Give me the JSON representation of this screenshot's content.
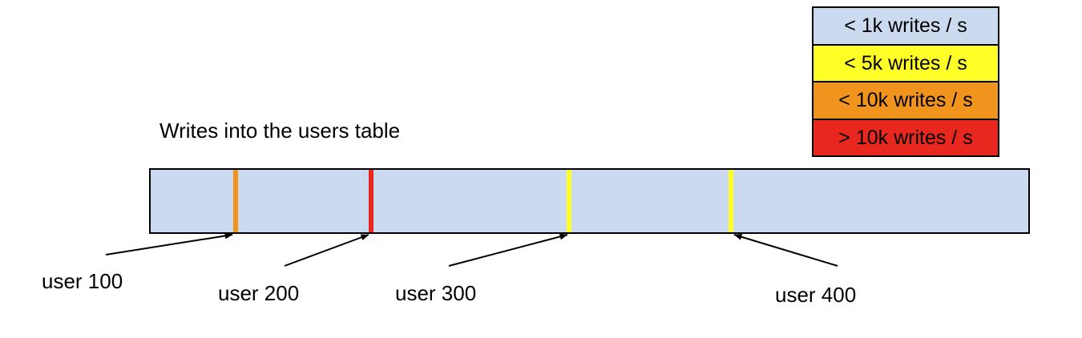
{
  "title": "Writes into the users table",
  "legend": {
    "items": [
      {
        "label": "< 1k writes / s",
        "color": "#ccdaef"
      },
      {
        "label": "< 5k writes / s",
        "color": "#ffff28"
      },
      {
        "label": "< 10k writes / s",
        "color": "#f0941e"
      },
      {
        "label": "> 10k writes / s",
        "color": "#e8281e"
      }
    ]
  },
  "bar": {
    "fill": "#ccdaef",
    "border": "#000000"
  },
  "markers": [
    {
      "label": "user 100",
      "rate_category": "< 10k writes / s",
      "color": "#f0941e",
      "x_frac": 0.0965
    },
    {
      "label": "user 200",
      "rate_category": "> 10k writes / s",
      "color": "#e8281e",
      "x_frac": 0.2511
    },
    {
      "label": "user 300",
      "rate_category": "< 5k writes / s",
      "color": "#ffff28",
      "x_frac": 0.4768
    },
    {
      "label": "user 400",
      "rate_category": "< 5k writes / s",
      "color": "#ffff28",
      "x_frac": 0.6615
    }
  ],
  "arrow_color": "#000000"
}
